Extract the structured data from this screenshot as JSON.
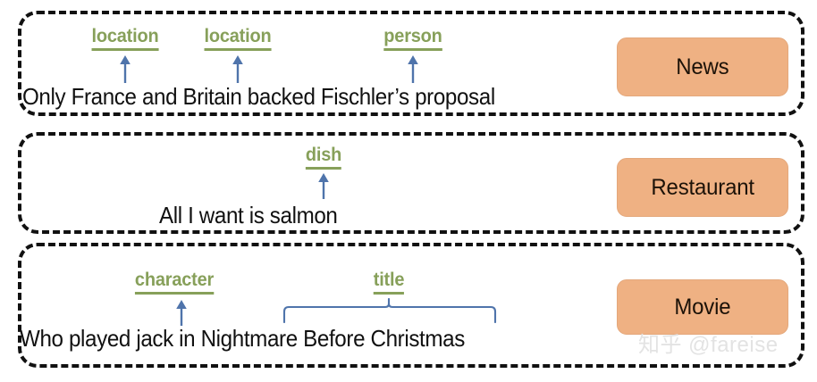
{
  "figure": {
    "kind": "annotated-utterance-panels",
    "watermark": "知乎 @fareise",
    "colors": {
      "tag_green": "#87a05a",
      "arrow_blue": "#4f74ab",
      "chip_orange": "#efb183",
      "panel_border": "#111111",
      "sentence_text": "#111111",
      "watermark_gray": "#e3e3e3"
    }
  },
  "panels": [
    {
      "id": "news",
      "sentence": "Only France and Britain backed Fischler’s proposal",
      "domain_label": "News",
      "annotations": [
        {
          "label": "location",
          "pointer": "arrow",
          "target_token": "France"
        },
        {
          "label": "location",
          "pointer": "arrow",
          "target_token": "Britain"
        },
        {
          "label": "person",
          "pointer": "arrow",
          "target_token": "Fischler"
        }
      ]
    },
    {
      "id": "restaurant",
      "sentence": "All I want is salmon",
      "domain_label": "Restaurant",
      "annotations": [
        {
          "label": "dish",
          "pointer": "arrow",
          "target_token": "salmon"
        }
      ]
    },
    {
      "id": "movie",
      "sentence": "Who played jack in Nightmare Before Christmas",
      "domain_label": "Movie",
      "annotations": [
        {
          "label": "character",
          "pointer": "arrow",
          "target_token": "jack"
        },
        {
          "label": "title",
          "pointer": "bracket",
          "target_token": "Nightmare Before Christmas"
        }
      ]
    }
  ]
}
